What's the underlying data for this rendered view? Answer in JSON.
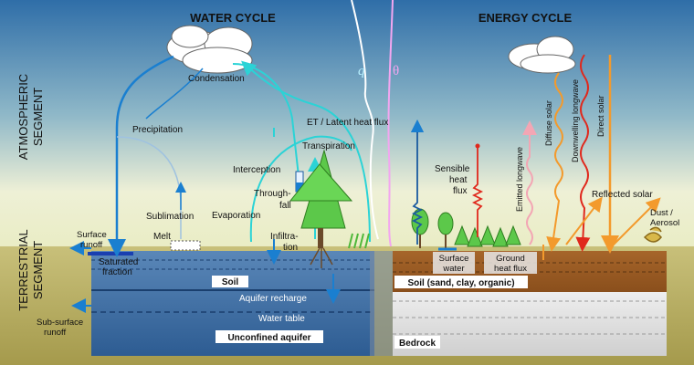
{
  "titles": {
    "water_cycle": "WATER CYCLE",
    "energy_cycle": "ENERGY CYCLE"
  },
  "segments": {
    "atmospheric": [
      "ATMOSPHERIC",
      "SEGMENT"
    ],
    "terrestrial": [
      "TERRESTRIAL",
      "SEGMENT"
    ]
  },
  "profile_labels": {
    "q": "q",
    "theta": "θ"
  },
  "water_labels": {
    "condensation": "Condensation",
    "precipitation": "Precipitation",
    "et_latent": "ET / Latent heat flux",
    "transpiration": "Transpiration",
    "interception": "Interception",
    "throughfall": [
      "Through-",
      "fall"
    ],
    "sublimation": "Sublimation",
    "evaporation": "Evaporation",
    "melt": "Melt",
    "infiltration": [
      "Infiltra-",
      "tion"
    ],
    "surface_runoff": [
      "Surface",
      "runoff"
    ],
    "saturated_fraction": [
      "Saturated",
      "fraction"
    ],
    "soil": "Soil",
    "aquifer_recharge": "Aquifer recharge",
    "water_table": "Water table",
    "subsurface_runoff": [
      "Sub-surface",
      "runoff"
    ],
    "unconfined_aquifer": "Unconfined aquifer"
  },
  "energy_labels": {
    "emitted_longwave": "Emitted longwave",
    "diffuse_solar": "Diffuse solar",
    "downwelling_longwave": "Downwelling longwave",
    "direct_solar": "Direct solar",
    "sensible_heat": [
      "Sensible",
      "heat",
      "flux"
    ],
    "reflected_solar": "Reflected solar",
    "dust_aerosol": [
      "Dust /",
      "Aerosol"
    ],
    "surface_water": [
      "Surface",
      "water"
    ],
    "ground_heat": [
      "Ground",
      "heat flux"
    ],
    "soil_types": "Soil (sand, clay, organic)",
    "bedrock": "Bedrock"
  },
  "colors": {
    "sky_top": "#2f6ea8",
    "sky_bottom": "#f2f0cf",
    "water_arrow": "#1a7fd0",
    "cyan_arrow": "#2bd3d6",
    "precip_arrow": "#1560b0",
    "soil_left": "#3f6fa6",
    "soil_right": "#9a5a22",
    "bedrock": "#d9d9d9",
    "tree_green": "#5cc84a",
    "orange": "#f39a2c",
    "red": "#e0281c",
    "pink": "#f3a6b4"
  }
}
